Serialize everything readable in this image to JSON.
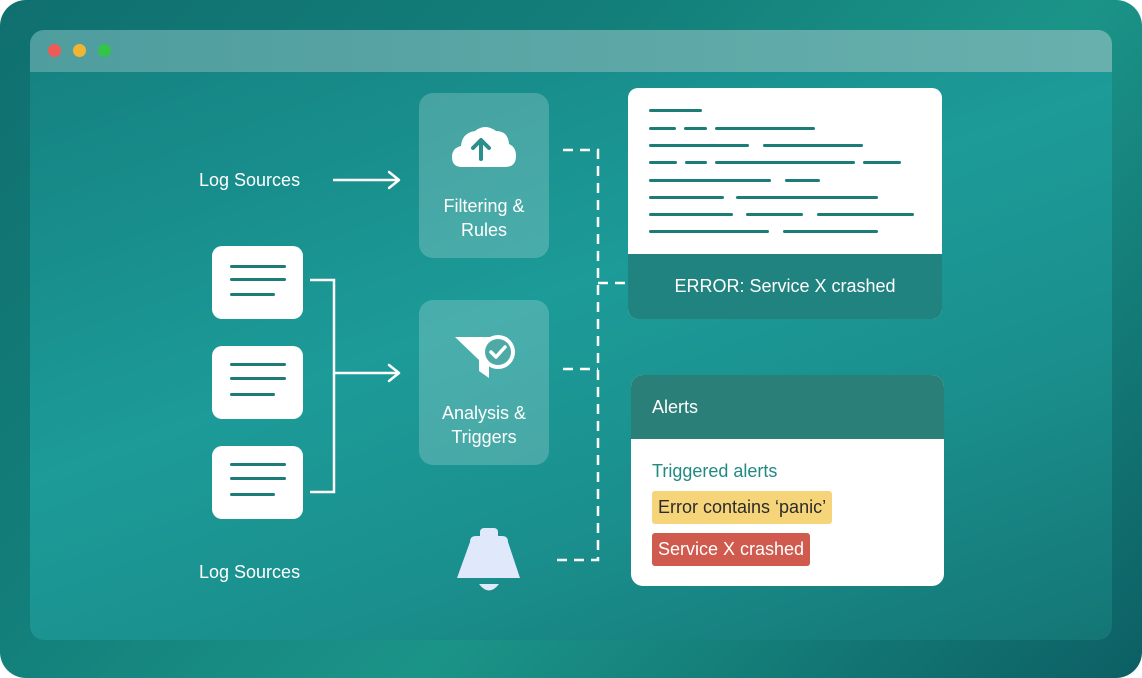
{
  "diagram": {
    "top_label": "Log Sources",
    "bottom_label": "Log Sources",
    "process_1": "Filtering & Rules",
    "process_2": "Analysis & Triggers",
    "log_error": "ERROR: Service X crashed",
    "alerts": {
      "header": "Alerts",
      "subheader": "Triggered alerts",
      "items": [
        "Error contains ‘panic’",
        "Service X crashed"
      ]
    }
  },
  "icons": [
    "cloud-upload-icon",
    "filter-check-icon",
    "bell-icon",
    "document-icon"
  ],
  "colors": {
    "accent": "#1b7c78",
    "warning": "#f6d57a",
    "danger": "#d05a4d",
    "traffic_red": "#ee5a56",
    "traffic_yellow": "#f2b533",
    "traffic_green": "#34c449"
  }
}
